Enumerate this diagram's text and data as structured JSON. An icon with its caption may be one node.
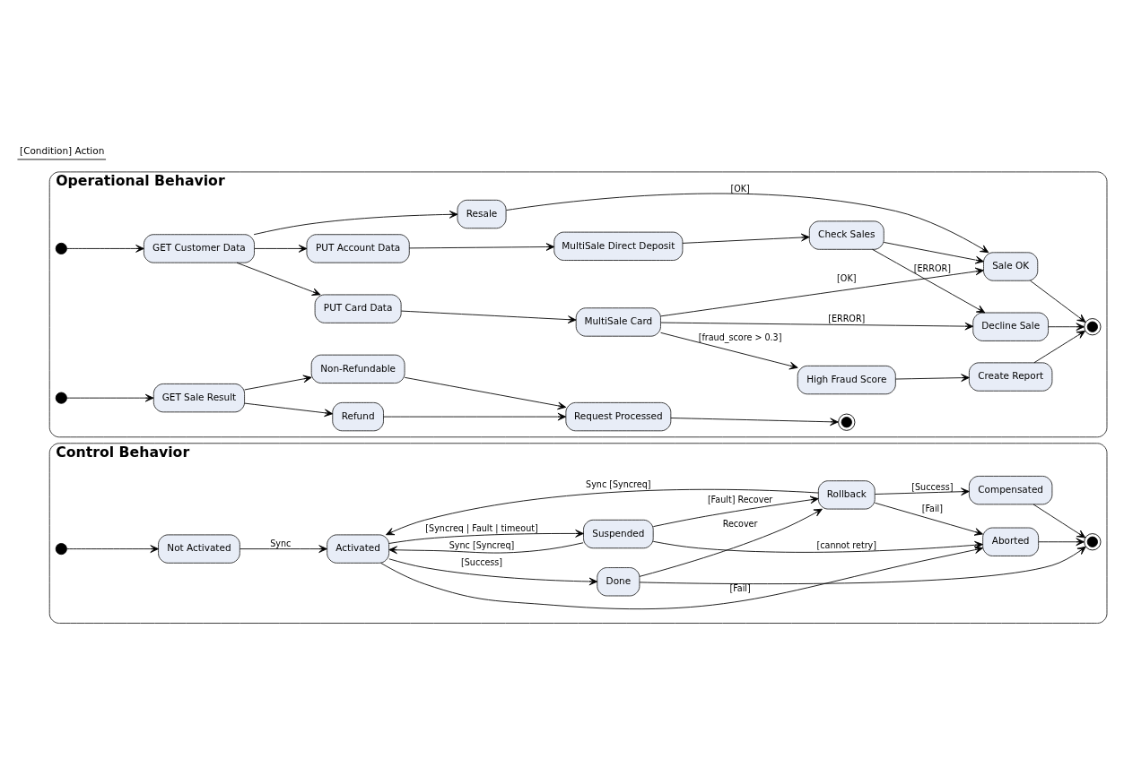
{
  "diagram": {
    "nodes": [
      {
        "text": [
          "Control Behavior"
        ]
      },
      {
        "text": [
          "Not Activated"
        ],
        "in": 0
      },
      {
        "text": [
          "Activated"
        ],
        "in": 0
      },
      {
        "text": [
          "Done"
        ],
        "in": 0
      },
      {
        "text": [
          "Aborted"
        ],
        "in": 0
      },
      {
        "text": [],
        "shape": "circle",
        "in": 0
      },
      {
        "text": [],
        "shape": "circle",
        "in": 0
      },
      {
        "text": [
          "Suspended"
        ],
        "in": 0
      },
      {
        "text": [
          "Rollback"
        ],
        "in": 0
      },
      {
        "text": [
          "Compensated"
        ],
        "in": 0
      },
      {
        "text": [
          "Operational Behavior"
        ]
      },
      {
        "text": [
          "High Fraud Score"
        ],
        "in": 10
      },
      {
        "text": [
          "Create Report"
        ],
        "in": 10
      },
      {
        "text": [],
        "shape": "circle",
        "in": 10
      },
      {
        "text": [
          "PUT Card Data"
        ],
        "in": 10
      },
      {
        "text": [
          "MultiSale Card"
        ],
        "in": 10
      },
      {
        "text": [
          "Sale OK"
        ],
        "in": 10
      },
      {
        "text": [],
        "shape": "circle",
        "in": 10
      },
      {
        "text": [
          "GET Customer Data"
        ],
        "in": 10
      },
      {
        "text": [
          "PUT Account Data"
        ],
        "in": 10
      },
      {
        "text": [
          "MultiSale Direct Deposit"
        ],
        "in": 10
      },
      {
        "text": [
          "Decline Sale"
        ],
        "in": 10
      },
      {
        "text": [
          "Resale"
        ],
        "in": 10
      },
      {
        "text": [
          "Check Sales"
        ],
        "in": 10
      },
      {
        "text": [],
        "shape": "circle",
        "in": 10
      },
      {
        "text": [
          "GET Sale Result"
        ],
        "in": 10
      },
      {
        "text": [
          "Refund"
        ],
        "in": 10
      },
      {
        "text": [
          "Non-Refundable"
        ],
        "in": 10
      },
      {
        "text": [
          "Request Processed"
        ],
        "in": 10
      },
      {
        "text": [],
        "shape": "circle",
        "in": 10
      }
    ],
    "edges": [
      {
        "from": 1,
        "to": 2,
        "arrow": "to",
        "label": "Sync"
      },
      {
        "from": 5,
        "to": 1,
        "arrow": "to"
      },
      {
        "from": 2,
        "to": 4,
        "arrow": "to",
        "label": "[Fail]"
      },
      {
        "from": 2,
        "to": 3,
        "arrow": "to",
        "label": "[Success]"
      },
      {
        "from": 2,
        "to": 7,
        "arrow": "to",
        "label": "[Syncreq | Fault | timeout]"
      },
      {
        "from": 7,
        "to": 2,
        "arrow": "to",
        "label": "Sync [Syncreq]"
      },
      {
        "from": 8,
        "to": 2,
        "arrow": "to",
        "label": "Sync [Syncreq]"
      },
      {
        "from": 3,
        "to": 6,
        "arrow": "to"
      },
      {
        "from": 3,
        "to": 8,
        "arrow": "to",
        "label": "Recover"
      },
      {
        "from": 4,
        "to": 6,
        "arrow": "to"
      },
      {
        "from": 9,
        "to": 6,
        "arrow": "to"
      },
      {
        "from": 7,
        "to": 8,
        "arrow": "to",
        "label": "[Fault] Recover"
      },
      {
        "from": 8,
        "to": 9,
        "arrow": "to",
        "label": "[Success]"
      },
      {
        "from": 8,
        "to": 4,
        "arrow": "to",
        "label": "[Fail]"
      },
      {
        "from": 7,
        "to": 4,
        "arrow": "to",
        "label": "[cannot retry]"
      },
      {
        "from": 11,
        "to": 12,
        "arrow": "to"
      },
      {
        "from": 15,
        "to": 11,
        "arrow": "to",
        "label": "[fraud_score > 0.3]"
      },
      {
        "from": 12,
        "to": 13,
        "arrow": "to"
      },
      {
        "from": 16,
        "to": 13,
        "arrow": "to"
      },
      {
        "from": 21,
        "to": 13,
        "arrow": "to"
      },
      {
        "from": 17,
        "to": 18,
        "arrow": "to"
      },
      {
        "from": 18,
        "to": 14,
        "arrow": "to"
      },
      {
        "from": 18,
        "to": 19,
        "arrow": "to"
      },
      {
        "from": 18,
        "to": 22,
        "arrow": "to"
      },
      {
        "from": 14,
        "to": 15,
        "arrow": "to"
      },
      {
        "from": 15,
        "to": 16,
        "arrow": "to",
        "label": "[OK]"
      },
      {
        "from": 15,
        "to": 21,
        "arrow": "to",
        "label": "[ERROR]"
      },
      {
        "from": 19,
        "to": 20,
        "arrow": "to"
      },
      {
        "from": 20,
        "to": 23,
        "arrow": "to"
      },
      {
        "from": 23,
        "to": 21,
        "arrow": "to",
        "label": "[ERROR]"
      },
      {
        "from": 23,
        "to": 16,
        "arrow": "to"
      },
      {
        "from": 22,
        "to": 16,
        "arrow": "to",
        "label": "[OK]"
      },
      {
        "from": 24,
        "to": 25,
        "arrow": "to"
      },
      {
        "from": 25,
        "to": 26,
        "arrow": "to"
      },
      {
        "from": 25,
        "to": 27,
        "arrow": "to"
      },
      {
        "from": 26,
        "to": 28,
        "arrow": "to"
      },
      {
        "from": 27,
        "to": 28,
        "arrow": "to"
      },
      {
        "from": 28,
        "to": 29,
        "arrow": "to"
      }
    ],
    "legend": [
      {
        "text": "[Condition] Action"
      }
    ]
  }
}
